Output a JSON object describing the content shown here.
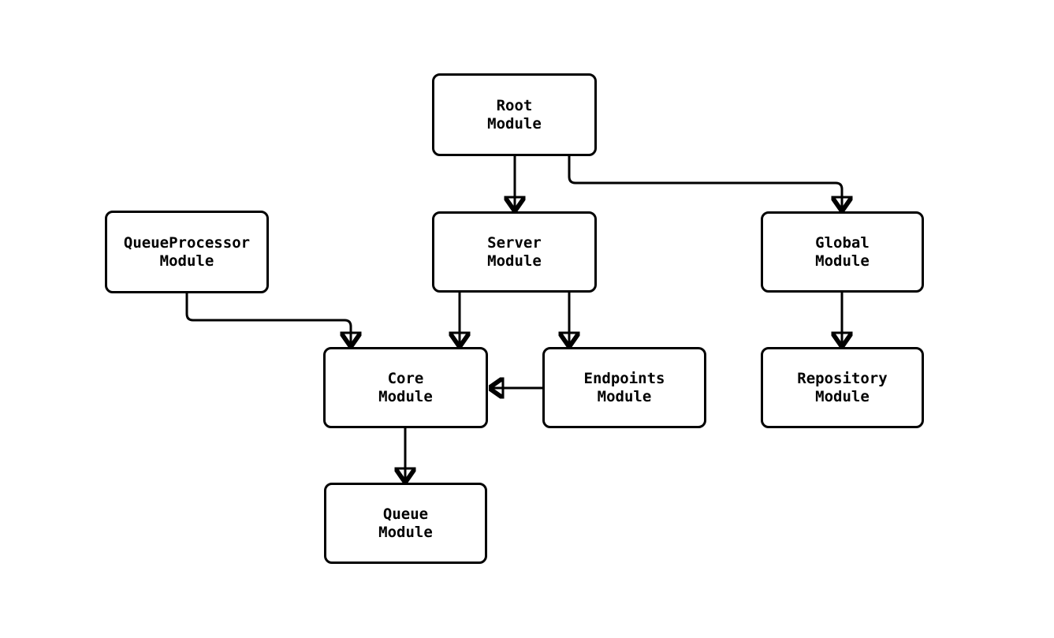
{
  "diagram": {
    "type": "module-dependency-flowchart",
    "colors": {
      "background": "#ffffff",
      "node_fill": "#ffffff",
      "node_border": "#000000",
      "edge_stroke": "#000000",
      "text": "#000000"
    },
    "nodes": [
      {
        "id": "root",
        "label": "Root\nModule"
      },
      {
        "id": "server",
        "label": "Server\nModule"
      },
      {
        "id": "global",
        "label": "Global\nModule"
      },
      {
        "id": "queueprocessor",
        "label": "QueueProcessor\nModule"
      },
      {
        "id": "core",
        "label": "Core\nModule"
      },
      {
        "id": "endpoints",
        "label": "Endpoints\nModule"
      },
      {
        "id": "repository",
        "label": "Repository\nModule"
      },
      {
        "id": "queue",
        "label": "Queue\nModule"
      }
    ],
    "edges": [
      {
        "from": "Root Module",
        "to": "Server Module"
      },
      {
        "from": "Root Module",
        "to": "Global Module"
      },
      {
        "from": "QueueProcessor Module",
        "to": "Core Module"
      },
      {
        "from": "Server Module",
        "to": "Core Module"
      },
      {
        "from": "Server Module",
        "to": "Endpoints Module"
      },
      {
        "from": "Endpoints Module",
        "to": "Core Module"
      },
      {
        "from": "Global Module",
        "to": "Repository Module"
      },
      {
        "from": "Core Module",
        "to": "Queue Module"
      }
    ]
  }
}
